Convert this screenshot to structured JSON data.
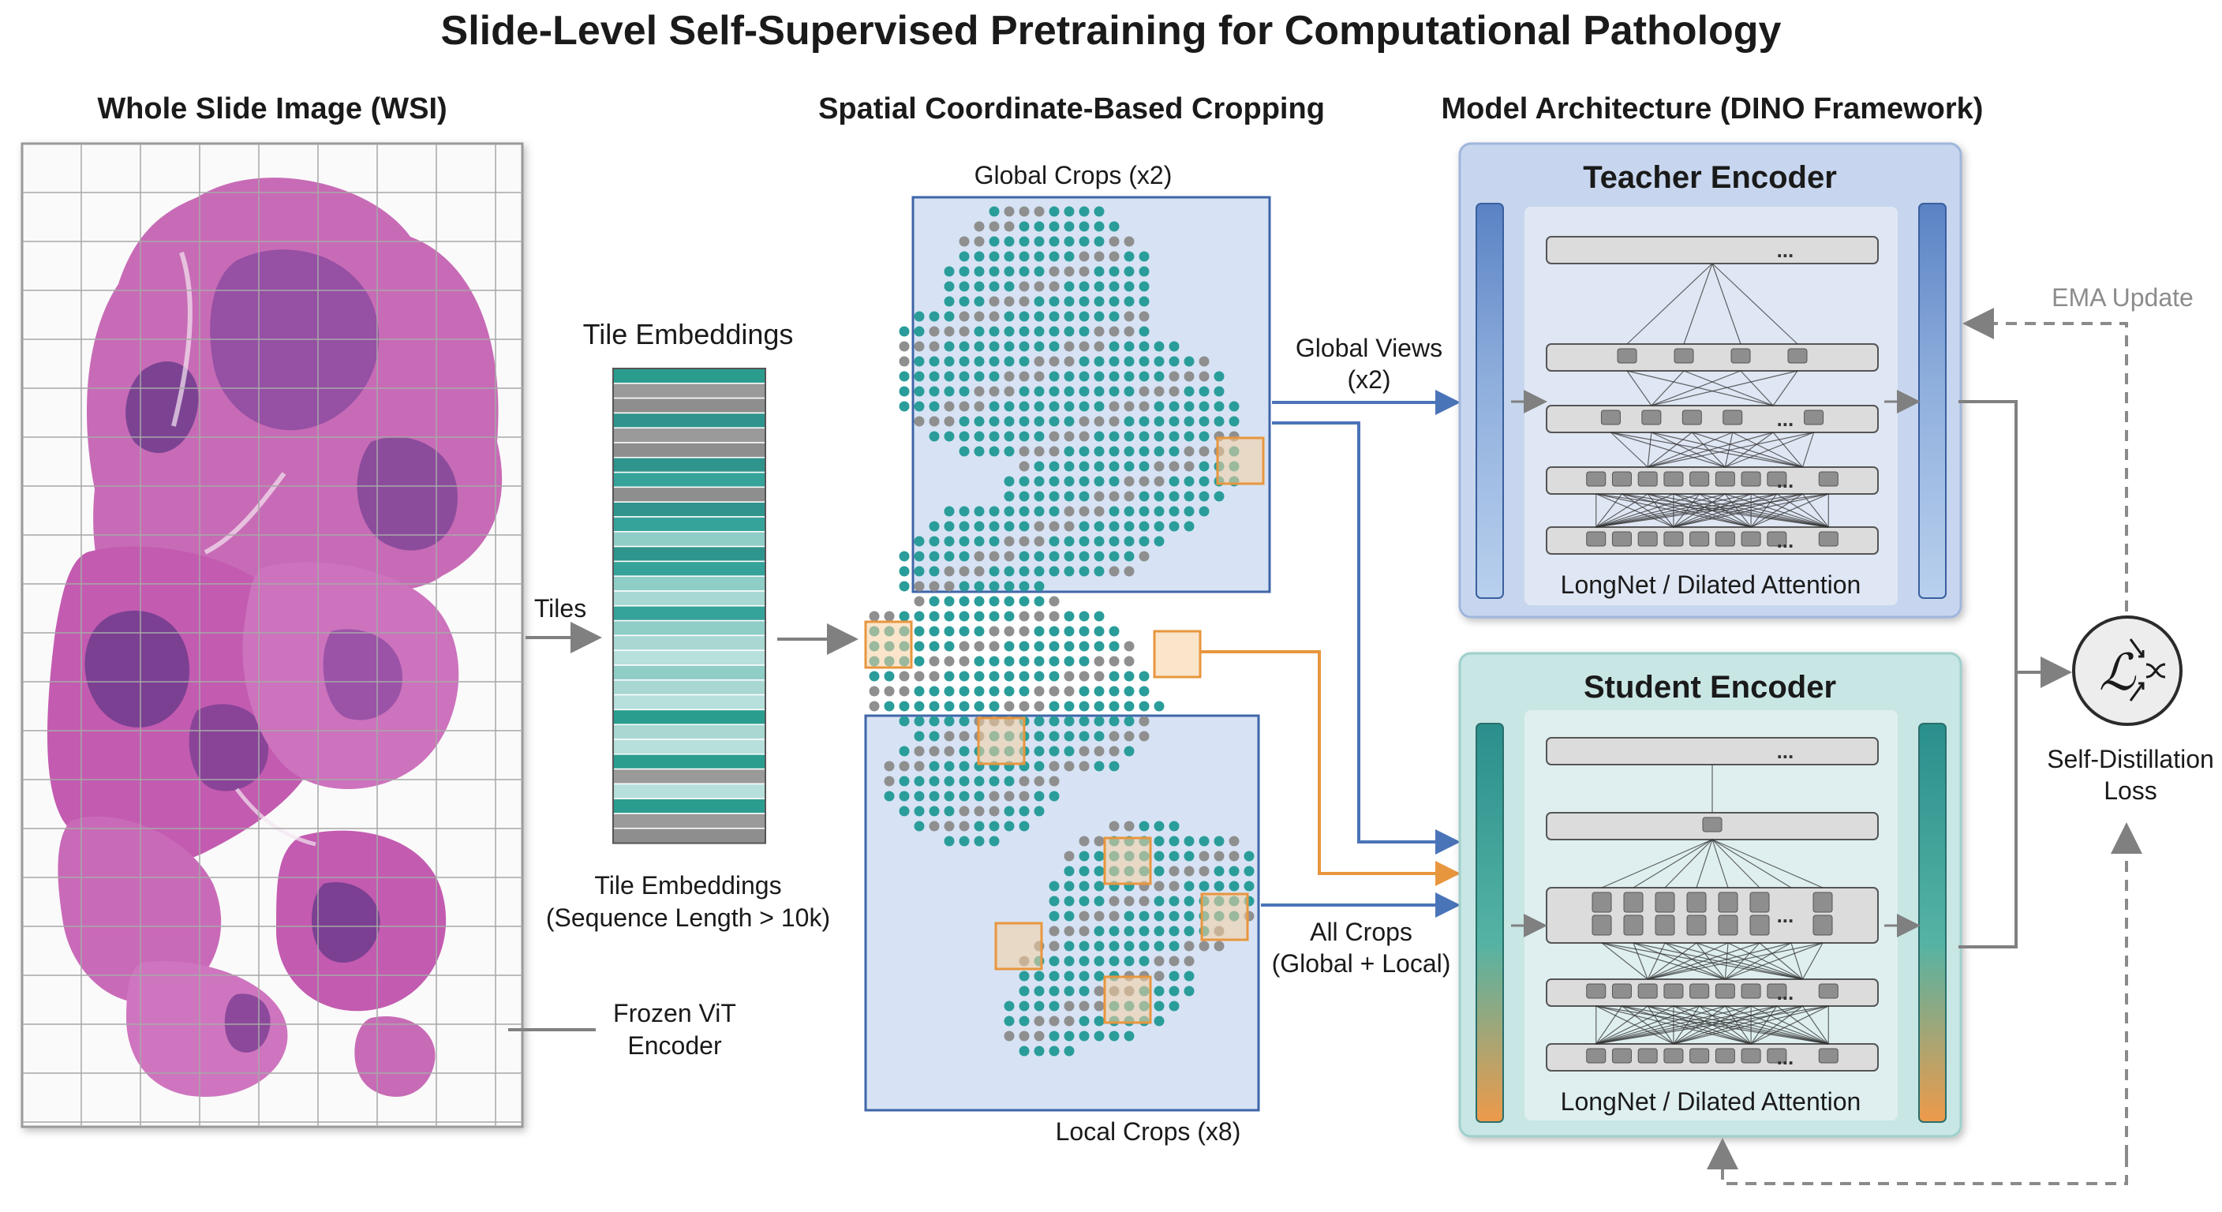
{
  "title": "Slide-Level Self-Supervised Pretraining for Computational Pathology",
  "sections": {
    "wsi": "Whole Slide Image (WSI)",
    "cropping": "Spatial Coordinate-Based Cropping",
    "model": "Model Architecture (DINO Framework)"
  },
  "wsi_panel": {
    "tiles_label": "Tiles",
    "encoder_label_1": "Frozen ViT",
    "encoder_label_2": "Encoder"
  },
  "embeddings": {
    "top_label": "Tile Embeddings",
    "bottom_label_1": "Tile Embeddings",
    "bottom_label_2": "(Sequence Length > 10k)"
  },
  "crops": {
    "global_label": "Global Crops (x2)",
    "local_label": "Local Crops (x8)",
    "global_views_1": "Global Views",
    "global_views_2": "(x2)",
    "all_crops_1": "All Crops",
    "all_crops_2": "(Global + Local)"
  },
  "teacher": {
    "title": "Teacher Encoder",
    "attention_label": "LongNet / Dilated Attention",
    "ellipsis": "..."
  },
  "student": {
    "title": "Student Encoder",
    "attention_label": "LongNet / Dilated Attention",
    "ellipsis": "..."
  },
  "loss": {
    "label_1": "Self-Distillation",
    "label_2": "Loss",
    "ema_label": "EMA Update",
    "symbol": "ℒ"
  },
  "colors": {
    "tissue": "#c35bb0",
    "tissue_dark": "#7a3f92",
    "teal": "#2a9d9a",
    "gray_dot": "#8f8f8f",
    "orange": "#e8963e",
    "blue_arrow": "#4a74b8",
    "teacher_bg": "#c7d6ee",
    "student_bg": "#c8e6e4"
  }
}
